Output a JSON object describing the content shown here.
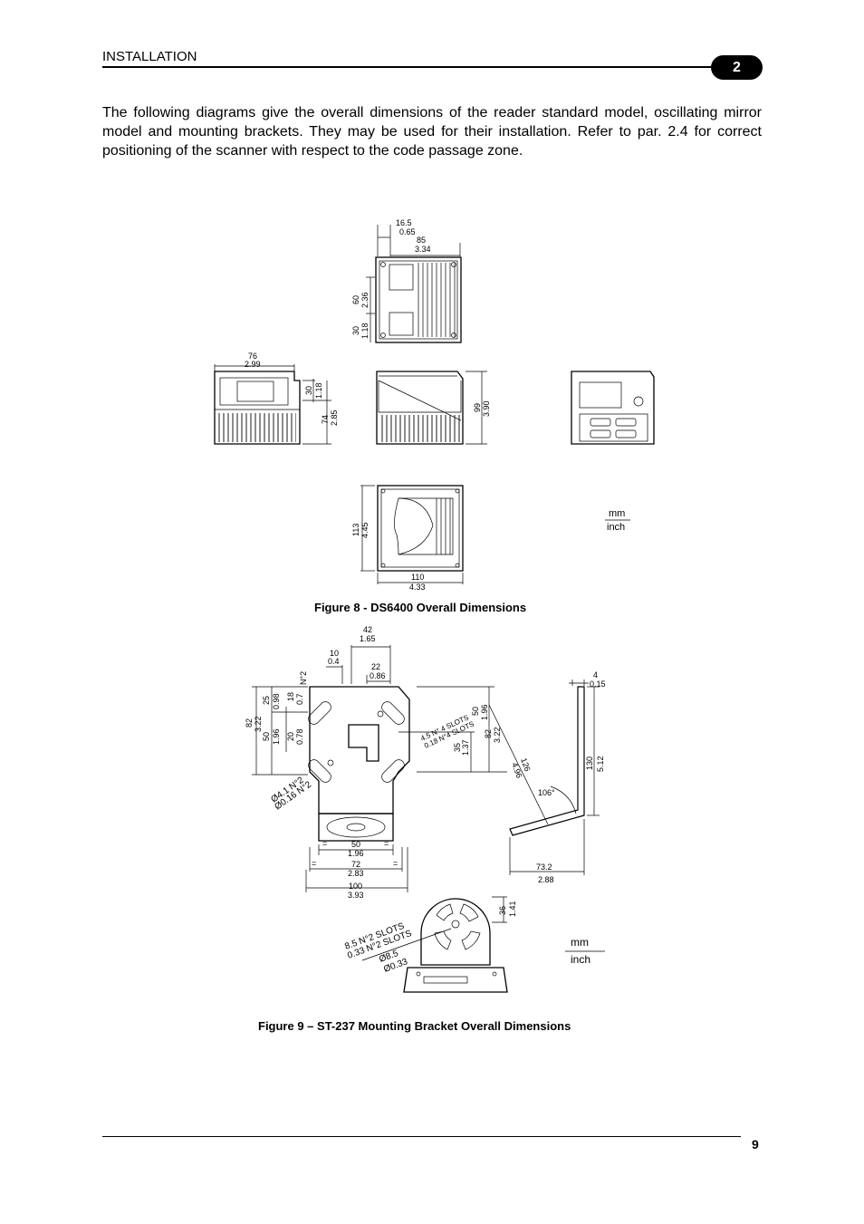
{
  "header": {
    "section": "INSTALLATION",
    "chapter": "2"
  },
  "intro": "The following diagrams give the overall dimensions of the reader standard model, oscillating mirror model and mounting brackets. They may be used for their installation. Refer to par. 2.4 for correct positioning of the scanner with respect to the code passage zone.",
  "figure8": {
    "caption": "Figure 8 - DS6400 Overall Dimensions",
    "units": {
      "mm": "mm",
      "inch": "inch"
    },
    "dims": {
      "d16_5": "16.5",
      "d0_65": "0.65",
      "d85": "85",
      "d3_34": "3.34",
      "d60": "60",
      "d2_36": "2.36",
      "d30a": "30",
      "d1_18a": "1.18",
      "d76": "76",
      "d2_99": "2.99",
      "d30b": "30",
      "d1_18b": "1.18",
      "d74": "74",
      "d2_85": "2.85",
      "d99": "99",
      "d3_90": "3.90",
      "d113": "113",
      "d4_45": "4.45",
      "d110": "110",
      "d4_33": "4.33"
    }
  },
  "figure9": {
    "caption": "Figure 9 – ST-237 Mounting Bracket Overall Dimensions",
    "units": {
      "mm": "mm",
      "inch": "inch"
    },
    "dims": {
      "d42": "42",
      "d1_65": "1.65",
      "d10": "10",
      "d0_4": "0.4",
      "d22": "22",
      "d0_86": "0.86",
      "d82a": "82",
      "d3_22a": "3.22",
      "d25": "25",
      "d0_98": "0.98",
      "d18": "18",
      "d0_7": "0.7",
      "n2": "N°2",
      "d50a": "50",
      "d1_96a": "1.96",
      "d20": "20",
      "d0_78": "0.78",
      "d50b": "50",
      "d1_96b": "1.96",
      "d82b": "82",
      "d3_22b": "3.22",
      "d35": "35",
      "d1_37": "1.37",
      "slots4a": "4.5 N° 4 SLOTS",
      "slots4b": "0.18 N°4 SLOTS",
      "hole1": "Ø4.1 N°2",
      "hole2": "Ø0.16 N°2",
      "d50c": "50",
      "d1_96c": "1.96",
      "d72": "72",
      "d2_83": "2.83",
      "d100": "100",
      "d3_93": "3.93",
      "d4": "4",
      "d0_15": "0.15",
      "d126": "126",
      "d4_96": "4.96",
      "d130": "130",
      "d5_12": "5.12",
      "ang": "106°",
      "d73_2": "73.2",
      "d2_88": "2.88",
      "d36": "36",
      "d1_41": "1.41",
      "slots2a": "8.5 N°2 SLOTS",
      "slots2b": "0.33 N°2 SLOTS",
      "hole3": "Ø8.5",
      "hole4": "Ø0.33",
      "eq": "="
    }
  }
}
